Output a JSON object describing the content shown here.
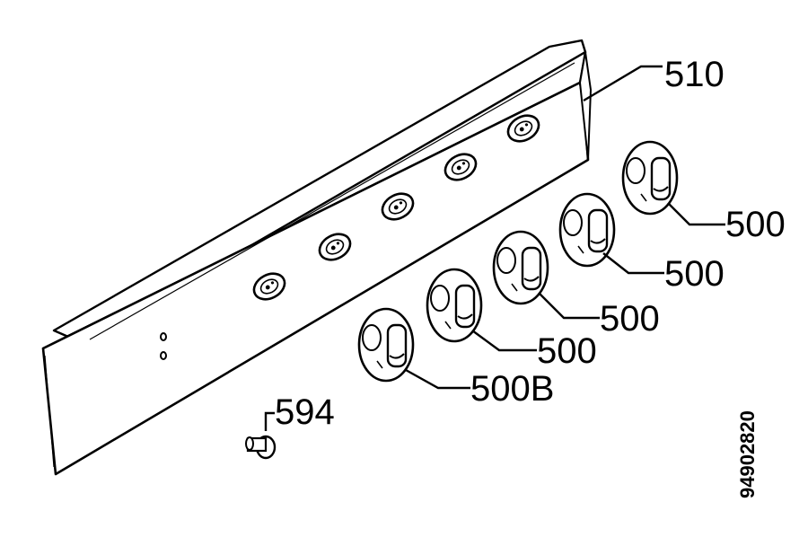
{
  "diagram": {
    "labels": {
      "panel": "510",
      "knob_1": "500",
      "knob_2": "500",
      "knob_3": "500",
      "knob_4": "500",
      "knob_front": "500B",
      "screw": "594"
    },
    "drawing_number": "94902820"
  }
}
